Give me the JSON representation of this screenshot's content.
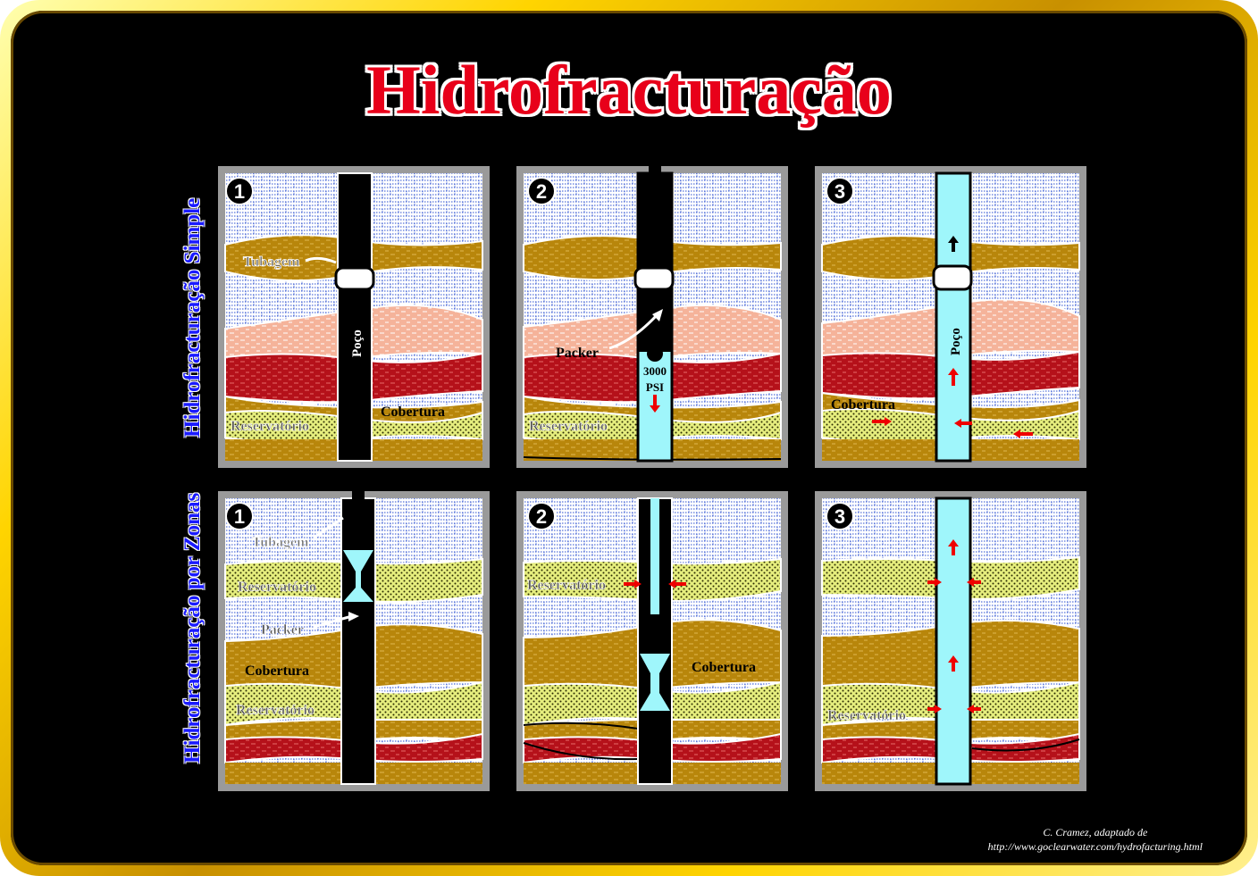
{
  "title": "Hidrofracturação",
  "row_labels": [
    "Hidrofracturação Simple",
    "Hidrofracturação por Zonas"
  ],
  "colors": {
    "accent_title": "#e8001a",
    "side_label": "#1a1aff",
    "frame": "#ffd400",
    "water": "#9ff6fb",
    "reservoir": "#e6ee7e",
    "cover": "#b8860b",
    "red_layer": "#b5111a",
    "salmon_layer": "#f5b39a"
  },
  "panels": [
    {
      "step": "1",
      "labels": {
        "tubagem": "Tubagem",
        "poco": "Poço",
        "cobertura": "Cobertura",
        "reservatorio": "Reservatório"
      }
    },
    {
      "step": "2",
      "labels": {
        "packer": "Packer",
        "psi_value": "3000",
        "psi_unit": "PSI",
        "reservatorio": "Reservatório"
      }
    },
    {
      "step": "3",
      "labels": {
        "poco": "Poço",
        "cobertura": "Cobertura"
      }
    },
    {
      "step": "1",
      "labels": {
        "tubagem": "Tubagem",
        "reservatorio1": "Reservatório",
        "packer": "Packer",
        "cobertura": "Cobertura",
        "reservatorio2": "Reservatório"
      }
    },
    {
      "step": "2",
      "labels": {
        "reservatorio": "Reservatório",
        "cobertura": "Cobertura"
      }
    },
    {
      "step": "3",
      "labels": {
        "reservatorio": "Reservatório"
      }
    }
  ],
  "credit": {
    "line1": "C. Cramez, adaptado de",
    "line2": "http://www.goclearwater.com/hydrofacturing.html"
  }
}
